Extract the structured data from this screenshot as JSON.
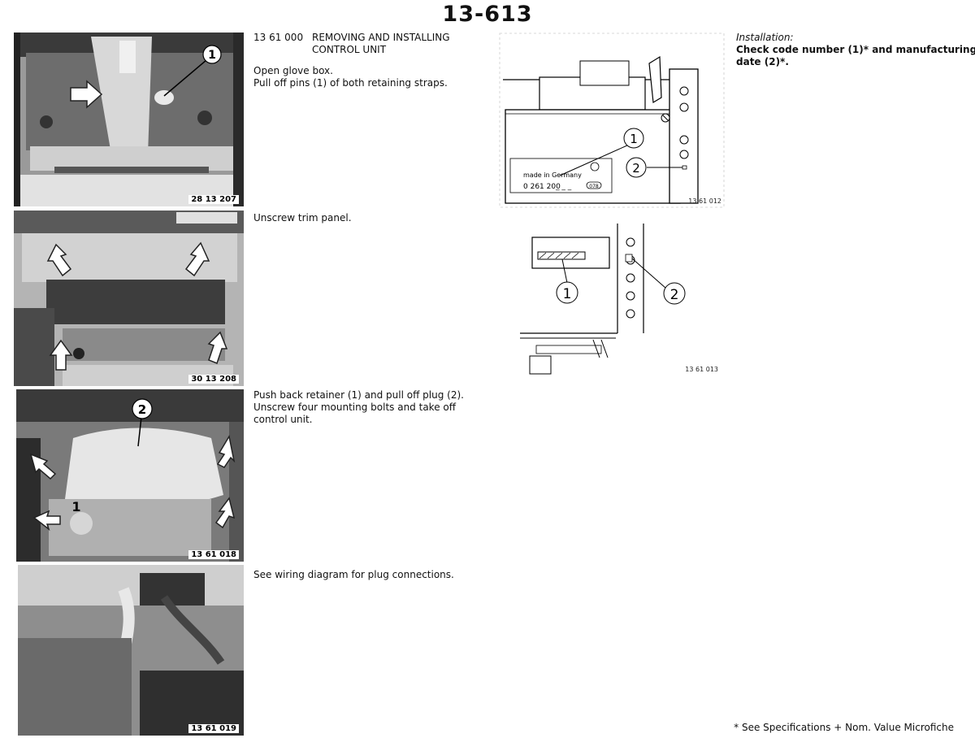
{
  "page_number": "13-613",
  "section": {
    "number": "13 61 000",
    "title_line1": "REMOVING AND INSTALLING",
    "title_line2": "CONTROL UNIT"
  },
  "steps": [
    {
      "figure": "28 13 207",
      "lines": [
        "Open glove box.",
        "Pull off pins (1) of both retaining straps."
      ],
      "callouts": [
        "1"
      ]
    },
    {
      "figure": "30 13 208",
      "lines": [
        "Unscrew trim panel."
      ],
      "callouts": []
    },
    {
      "figure": "13 61 018",
      "lines": [
        "Push back retainer (1) and pull off plug (2).",
        "Unscrew four mounting bolts and take off",
        "control unit."
      ],
      "callouts": [
        "1",
        "2"
      ]
    },
    {
      "figure": "13 61 019",
      "lines": [
        "See wiring diagram for plug connections."
      ],
      "callouts": []
    }
  ],
  "installation": {
    "heading": "Installation:",
    "line1": "Check code number (1)* and manufacturing",
    "line2": "date (2)*."
  },
  "diagram_top": {
    "figure": "13 61 012",
    "label_made_in": "made in Germany",
    "label_part": "0 261 200",
    "label_code": "078",
    "callouts": [
      "1",
      "2"
    ]
  },
  "diagram_bottom": {
    "figure": "13 61 013",
    "callouts": [
      "1",
      "2"
    ]
  },
  "footnote": "* See Specifications + Nom. Value Microfiche",
  "icons": {
    "arrow": "arrow-icon",
    "callout": "numbered-callout-icon"
  }
}
